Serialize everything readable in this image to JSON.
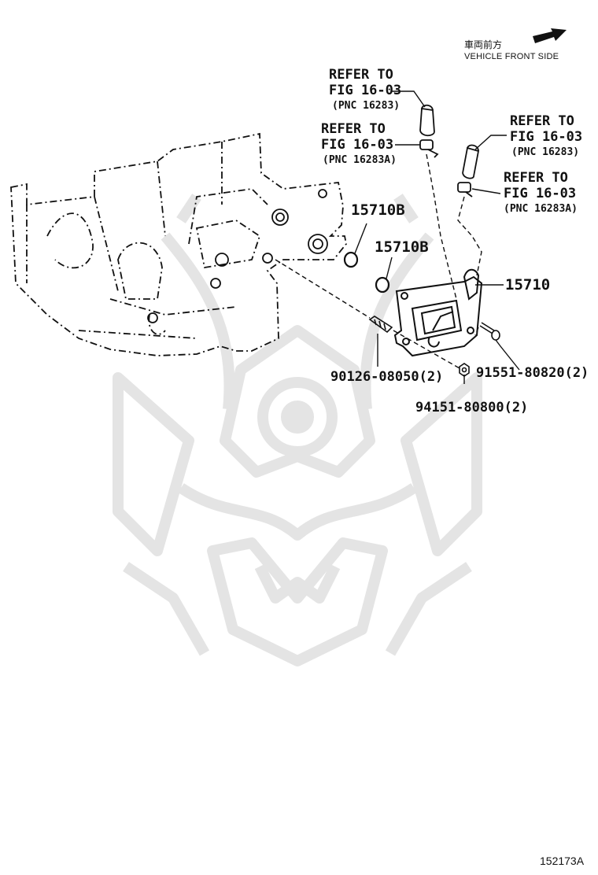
{
  "orientation": {
    "jp": "車両前方",
    "en": "VEHICLE FRONT SIDE"
  },
  "callouts": {
    "hose_upper_left": {
      "l1": "REFER TO",
      "l2": "FIG 16-03",
      "l3": "(PNC 16283)"
    },
    "clamp_left": {
      "l1": "REFER TO",
      "l2": "FIG 16-03",
      "l3": "(PNC 16283A)"
    },
    "hose_right": {
      "l1": "REFER TO",
      "l2": "FIG 16-03",
      "l3": "(PNC 16283)"
    },
    "clamp_right": {
      "l1": "REFER TO",
      "l2": "FIG 16-03",
      "l3": "(PNC 16283A)"
    }
  },
  "parts": {
    "oring_1": "15710B",
    "oring_2": "15710B",
    "cooler": "15710",
    "stud": "90126-08050(2)",
    "bolt": "91551-80820(2)",
    "nut": "94151-80800(2)"
  },
  "figure_id": "152173A",
  "colors": {
    "ink": "#111111",
    "watermark": "#e6e6e6"
  },
  "icons": {
    "front_arrow": "arrow-right-icon",
    "watermark": "samurai-helmet-watermark"
  }
}
